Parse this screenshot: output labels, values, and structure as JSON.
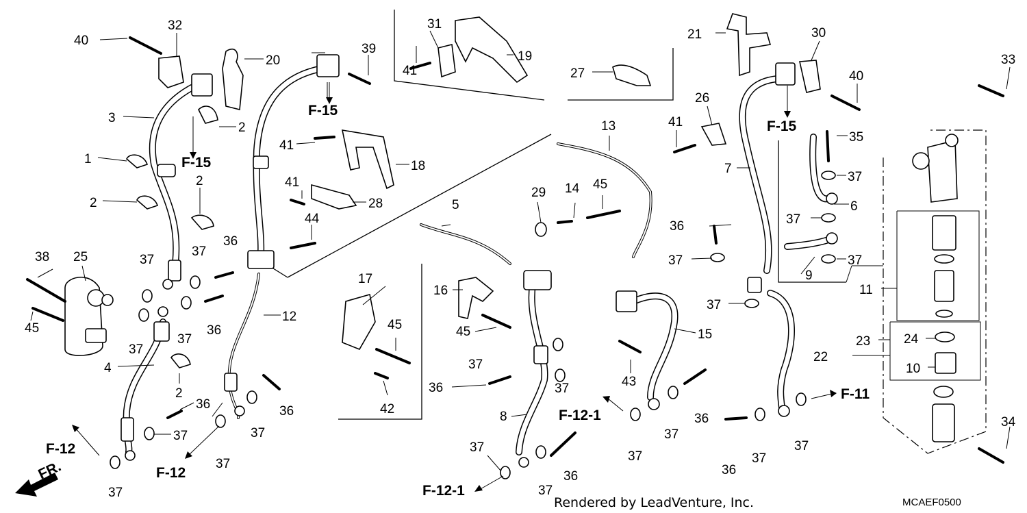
{
  "diagram": {
    "callouts": {
      "c1": "1",
      "c2a": "2",
      "c2b": "2",
      "c2c": "2",
      "c2d": "2",
      "c3": "3",
      "c4": "4",
      "c5": "5",
      "c6": "6",
      "c7": "7",
      "c8": "8",
      "c9": "9",
      "c10": "10",
      "c11": "11",
      "c12": "12",
      "c13": "13",
      "c14": "14",
      "c15": "15",
      "c16": "16",
      "c17": "17",
      "c18": "18",
      "c19": "19",
      "c20": "20",
      "c21": "21",
      "c22": "22",
      "c23": "23",
      "c24": "24",
      "c25": "25",
      "c26": "26",
      "c27": "27",
      "c28": "28",
      "c29": "29",
      "c30": "30",
      "c31": "31",
      "c32": "32",
      "c33": "33",
      "c34": "34",
      "c35": "35",
      "c36a": "36",
      "c36b": "36",
      "c36c": "36",
      "c36d": "36",
      "c36e": "36",
      "c36f": "36",
      "c36g": "36",
      "c36h": "36",
      "c36i": "36",
      "c36j": "36",
      "c37a": "37",
      "c37b": "37",
      "c37c": "37",
      "c37d": "37",
      "c37e": "37",
      "c37f": "37",
      "c37g": "37",
      "c37h": "37",
      "c37i": "37",
      "c37j": "37",
      "c37k": "37",
      "c37l": "37",
      "c37m": "37",
      "c37n": "37",
      "c37o": "37",
      "c37p": "37",
      "c37q": "37",
      "c37r": "37",
      "c37s": "37",
      "c37t": "37",
      "c37u": "37",
      "c37v": "37",
      "c38": "38",
      "c39": "39",
      "c40a": "40",
      "c40b": "40",
      "c41a": "41",
      "c41b": "41",
      "c41c": "41",
      "c41d": "41",
      "c42": "42",
      "c43": "43",
      "c44": "44",
      "c45a": "45",
      "c45b": "45",
      "c45c": "45",
      "c45d": "45"
    },
    "refs": {
      "f15a": "F-15",
      "f15b": "F-15",
      "f15c": "F-15",
      "f12a": "F-12",
      "f12b": "F-12",
      "f121a": "F-12-1",
      "f121b": "F-12-1",
      "f11": "F-11"
    },
    "direction": "FR.",
    "footer": "Rendered by LeadVenture, Inc.",
    "diagram_code": "MCAEF0500"
  }
}
